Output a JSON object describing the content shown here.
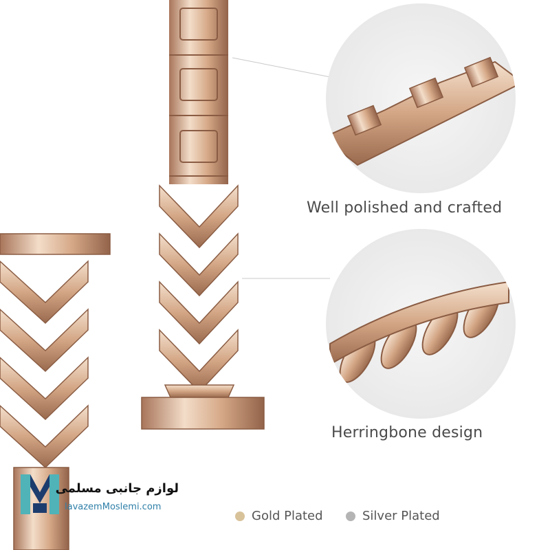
{
  "captions": {
    "polished": "Well polished and crafted",
    "herringbone": "Herringbone design"
  },
  "legend": {
    "gold": {
      "label": "Gold Plated",
      "color": "#d8c29a"
    },
    "silver": {
      "label": "Silver Plated",
      "color": "#b4b4b4"
    }
  },
  "logo": {
    "icon": "m-letter-logo-icon",
    "persian_text": "لوازم جانبی مسلمی",
    "url_text": "lavazemMoslemi.com",
    "colors": {
      "teal": "#4fb3b8",
      "navy": "#1d3c6e"
    }
  },
  "palette": {
    "rose_gold_light": "#f2dcc8",
    "rose_gold_mid": "#d9ad8a",
    "rose_gold_dark": "#9c6b4c",
    "zoom_circle": "#eeeeee"
  }
}
